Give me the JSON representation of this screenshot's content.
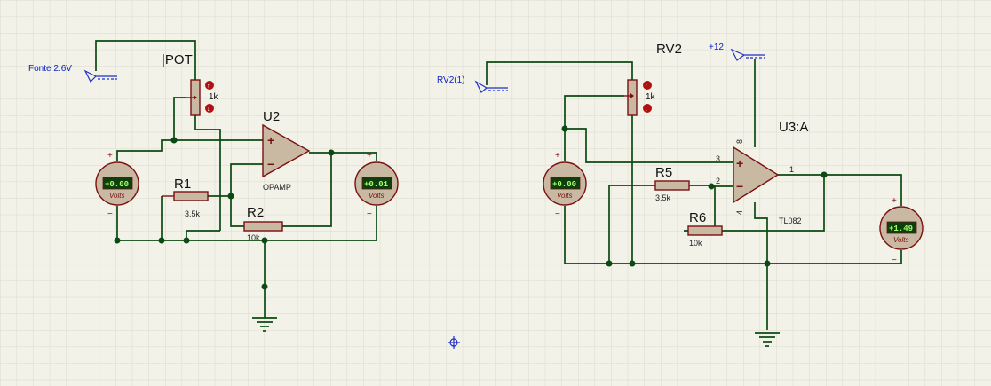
{
  "circuit_left": {
    "terminal_label": "Fonte 2.6V",
    "pot_name": "|POT",
    "pot_value": "1k",
    "opamp_name": "U2",
    "opamp_model": "OPAMP",
    "r1_name": "R1",
    "r1_value": "3.5k",
    "r2_name": "R2",
    "r2_value": "10k",
    "meter_in_reading": "+0.00",
    "meter_out_reading": "+0.01",
    "meter_unit": "Volts"
  },
  "circuit_right": {
    "terminal_label": "RV2(1)",
    "supply_label": "+12",
    "pot_name": "RV2",
    "pot_value": "1k",
    "opamp_name": "U3:A",
    "opamp_model": "TL082",
    "pin_in_plus": "3",
    "pin_in_minus": "2",
    "pin_out": "1",
    "pin_vcc": "8",
    "pin_vee": "4",
    "r5_name": "R5",
    "r5_value": "3.5k",
    "r6_name": "R6",
    "r6_value": "10k",
    "meter_in_reading": "+0.00",
    "meter_out_reading": "+1.49",
    "meter_unit": "Volts"
  },
  "signs": {
    "plus": "+",
    "minus": "−"
  },
  "colors": {
    "wire": "#0b4a12",
    "component": "#7a1010",
    "component_fill": "#c9b9a3",
    "label_blue": "#1020c0",
    "lcd_bg": "#0e3f0b",
    "lcd_text": "#9cff6a",
    "grid": "#d9d9cc"
  }
}
